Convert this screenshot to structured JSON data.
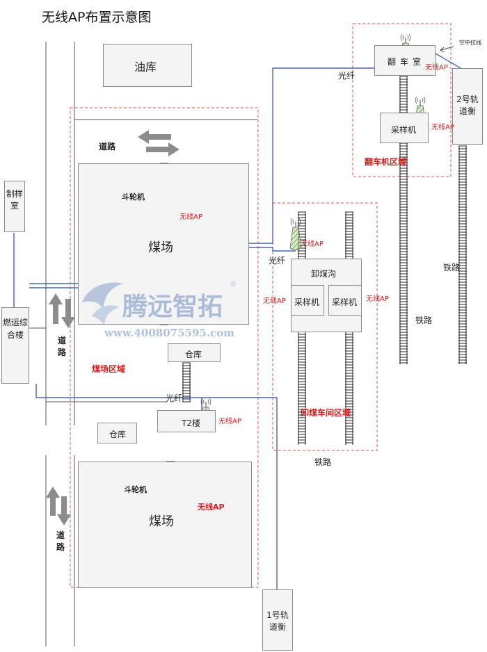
{
  "title": "无线AP布置示意图",
  "buildings": {
    "oil_depot": "油库",
    "sample_room": "制样室",
    "fuel_office": "燃运综合楼",
    "warehouse_1": "仓库",
    "warehouse_2": "仓库",
    "t2_building": "T2楼",
    "track_scale_1": "1号轨道衡",
    "track_scale_2": "2号轨道衡",
    "dumper_room": "翻车室",
    "sampler_dumper": "采样机",
    "unloading_trench": "卸煤沟",
    "sampler_left": "采样机",
    "sampler_right": "采样机"
  },
  "areas": {
    "coal_yard_region": "煤场区域",
    "dumper_region": "翻车机区域",
    "unloading_region": "卸煤车间区域",
    "coal_yard_upper": "煤场",
    "coal_yard_lower": "煤场"
  },
  "equipment": {
    "bucket_wheel_upper": "斗轮机",
    "bucket_wheel_lower": "斗轮机"
  },
  "labels": {
    "wireless_ap": "无线AP",
    "fiber": "光纤",
    "railway": "铁路",
    "road": "道路",
    "overhead_line": "空中拉线"
  },
  "watermark": {
    "brand": "腾远智拓",
    "url": "www.4008075595.com",
    "mark": "®"
  },
  "colors": {
    "fiber_line": "#4a63b8",
    "region_border": "#e05050",
    "ap_label": "#d42020",
    "antenna_fill": "#8dbb6b"
  }
}
